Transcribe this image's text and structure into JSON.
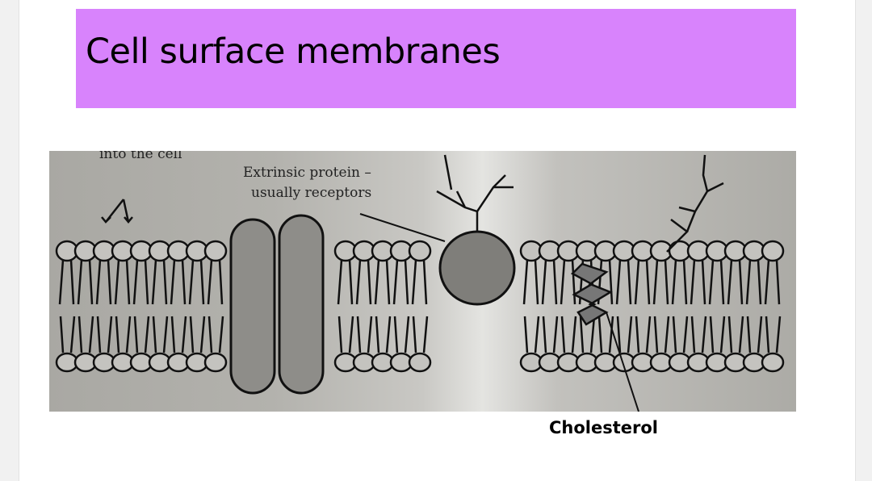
{
  "slide": {
    "title": "Cell surface membranes",
    "title_background": "#d883fc",
    "figure": {
      "caption_top_cut": "into the cell",
      "extrinsic_label_line1": "Extrinsic protein –",
      "extrinsic_label_line2": "usually receptors",
      "cholesterol_label": "Cholesterol"
    }
  }
}
